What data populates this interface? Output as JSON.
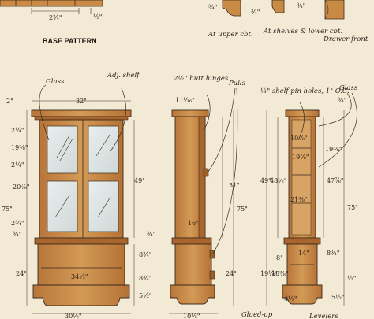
{
  "headings": {
    "base_pattern": "BASE PATTERN"
  },
  "moldings": {
    "upper": "At upper cbt.",
    "shelves": "At shelves & lower cbt.",
    "drawer": "Drawer front"
  },
  "callouts": {
    "glass_left": "Glass",
    "adj_shelf": "Adj. shelf",
    "butt_hinges": "2½\" butt hinges",
    "pulls": "Pulls",
    "shelf_pin": "¼\" shelf pin holes, 1\" O.C.",
    "glass_right": "Glass",
    "glued_up": "Glued-up",
    "levelers": "Levelers"
  },
  "dims": {
    "top_2_3_4": "2¾\"",
    "top_1_2": "½\"",
    "mold_3_4a": "¾\"",
    "mold_3_4b": "¾\"",
    "mold_3_4c": "¾\"",
    "front_width": "32\"",
    "front_2": "2\"",
    "front_2_1_4a": "2¼\"",
    "front_19_3_8": "19⅜\"",
    "front_2_1_4b": "2¼\"",
    "front_20_7_8": "20⅞\"",
    "front_49": "49\"",
    "front_75": "75\"",
    "front_2_3_4": "2¾\"",
    "front_3_4": "¾\"",
    "front_24": "24\"",
    "front_8_3_4a": "8¾\"",
    "front_8_3_4b": "8¾\"",
    "front_5_1_2": "5½\"",
    "front_34_1_2": "34½\"",
    "front_3_4_bot": "¾\"",
    "front_30_1_2": "30½\"",
    "side_11_1_16": "11⅟₁₆\"",
    "side_51": "51\"",
    "side_75": "75\"",
    "side_16": "16\"",
    "side_24": "24\"",
    "side_10_1_2": "10½\"",
    "sec_3_4": "¾\"",
    "sec_10_7_8": "10⅞\"",
    "sec_19_7_8": "19⅞\"",
    "sec_19_3_8": "19⅜\"",
    "sec_21_3_8": "21⅜\"",
    "sec_49": "49\"",
    "sec_48_1_2": "48½\"",
    "sec_47_7_8": "47⅞\"",
    "sec_75": "75\"",
    "sec_14": "14\"",
    "sec_8": "8\"",
    "sec_8_3_4": "8¾\"",
    "sec_19_1_8": "19⅛\"",
    "sec_18_3_8": "18⅜\"",
    "sec_4_1_2": "4½\"",
    "sec_5_1_2": "5½\"",
    "sec_1_2": "½\""
  },
  "colors": {
    "wood": "#c98a45",
    "wood_dark": "#9a5e27",
    "glass": "#dfe6e6",
    "paper": "#f3ead6",
    "ink": "#2a2018"
  }
}
